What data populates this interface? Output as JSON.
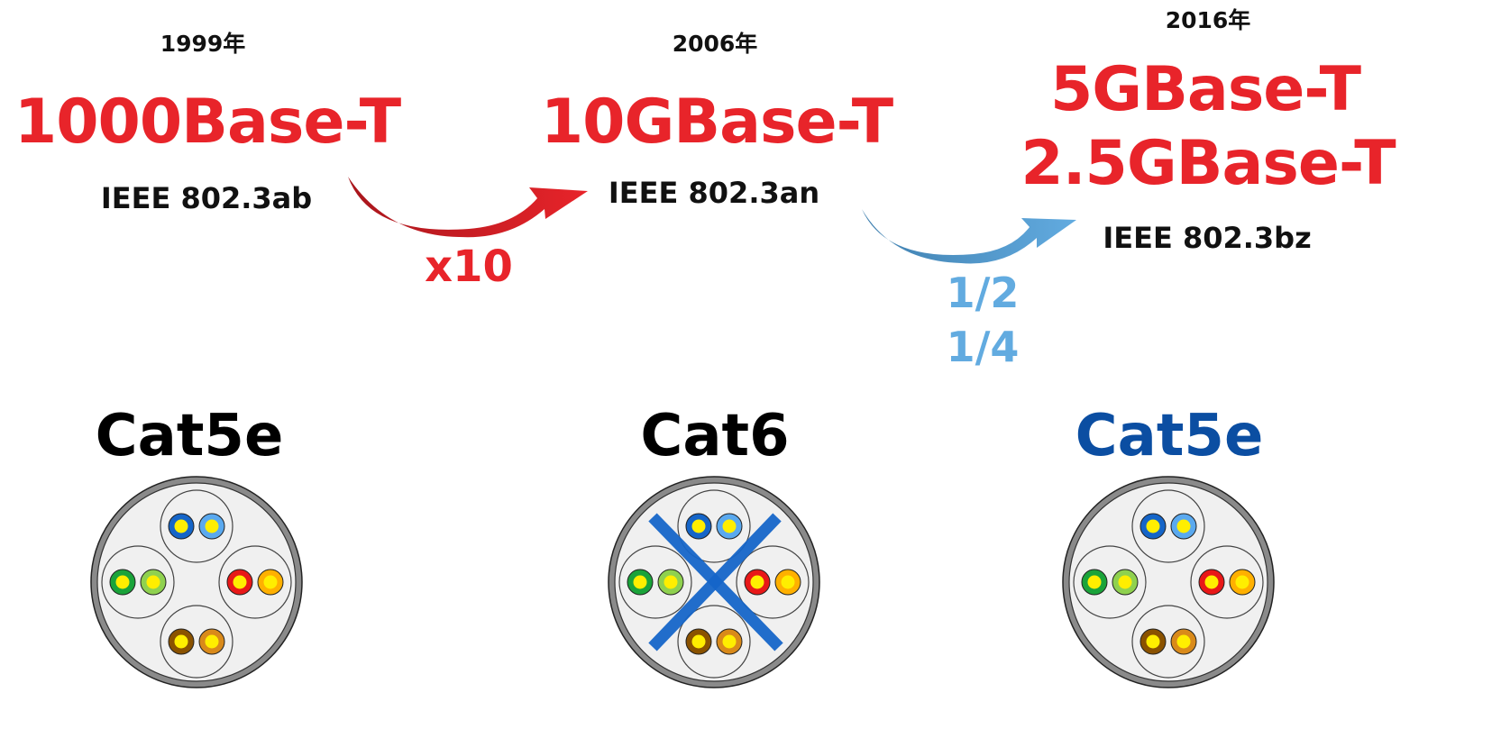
{
  "generations": [
    {
      "year": "1999年",
      "standards": [
        "1000Base-T"
      ],
      "ieee": "IEEE 802.3ab",
      "cable": "Cat5e",
      "cable_color": "#000000",
      "crossed_out": false
    },
    {
      "year": "2006年",
      "standards": [
        "10GBase-T"
      ],
      "ieee": "IEEE 802.3an",
      "cable": "Cat6",
      "cable_color": "#000000",
      "crossed_out": true
    },
    {
      "year": "2016年",
      "standards": [
        "5GBase-T",
        "2.5GBase-T"
      ],
      "ieee": "IEEE 802.3bz",
      "cable": "Cat5e",
      "cable_color": "#0b4ea2",
      "crossed_out": false
    }
  ],
  "transitions": [
    {
      "label_lines": [
        "x10"
      ],
      "color": "#e8242a",
      "color_dark": "#a8161c"
    },
    {
      "label_lines": [
        "1/2",
        "1/4"
      ],
      "color": "#62abe0",
      "color_dark": "#3f7fae"
    }
  ],
  "colors": {
    "standard_text": "#e8242a",
    "cable_jacket": "#8a8a8a",
    "cable_fill": "#f0f0f0",
    "cross_mark": "#1565c8",
    "pairs": {
      "blue": [
        "#1565c8",
        "#5aa9ef"
      ],
      "green": [
        "#1aa33a",
        "#8fd14f"
      ],
      "orange": [
        "#e81818",
        "#ffb000"
      ],
      "brown": [
        "#8a5200",
        "#d98a1a"
      ],
      "core": "#ffee00"
    }
  }
}
